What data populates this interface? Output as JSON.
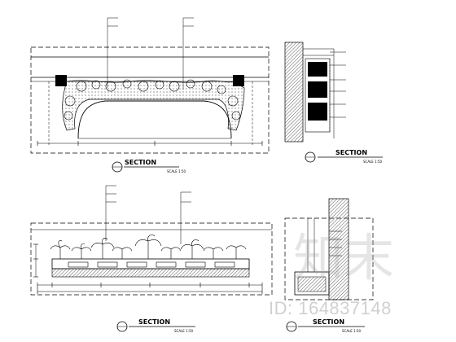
{
  "views": {
    "top_left": {
      "section_word": "SECTION",
      "scale": "SCALE 1:50",
      "number": "",
      "subtitle": "",
      "callouts": [
        "",
        "",
        "",
        ""
      ],
      "dims_bottom": [
        "",
        "",
        "",
        "",
        ""
      ]
    },
    "top_right": {
      "section_word": "SECTION",
      "scale": "SCALE 1:50",
      "number": "",
      "subtitle": "",
      "callouts": [
        "",
        "",
        "",
        "",
        "",
        ""
      ]
    },
    "bottom_left": {
      "section_word": "SECTION",
      "scale": "SCALE 1:50",
      "number": "",
      "subtitle": "",
      "callouts_left": [
        "",
        "",
        ""
      ],
      "callouts_right": [
        "",
        ""
      ],
      "dims_bottom": [
        "",
        "",
        "",
        "",
        "",
        ""
      ],
      "dim_total": ""
    },
    "bottom_right": {
      "section_word": "SECTION",
      "scale": "SCALE 1:50",
      "number": "",
      "subtitle": "",
      "callouts": [
        "",
        "",
        "",
        ""
      ]
    }
  },
  "watermark": {
    "id_text": "ID: 164837148",
    "logo_text": "知末"
  },
  "colors": {
    "line": "#000000",
    "hatch": "#333333",
    "watermark": "#9a9a9a"
  }
}
